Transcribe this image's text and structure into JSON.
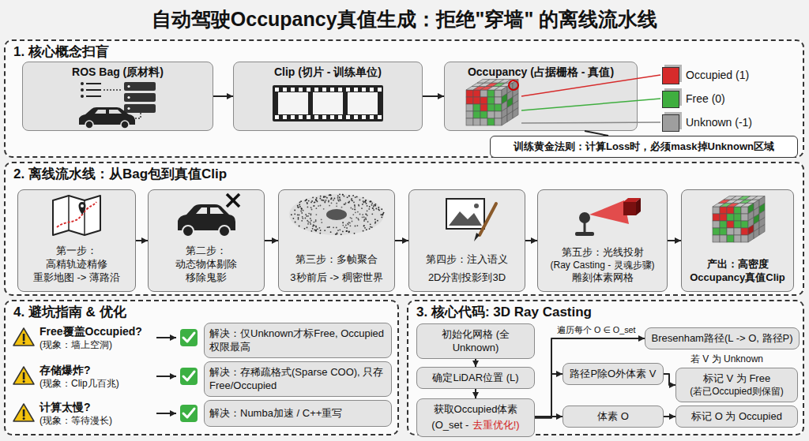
{
  "diagram": {
    "title": "自动驾驶Occupancy真值生成：拒绝\"穿墙\" 的离线流水线",
    "nodes": [
      {
        "text": [
          "1. 核心概念扫盲"
        ]
      },
      {
        "text": [
          "ROS Bag (原材料)"
        ],
        "in": 0
      },
      {
        "text": [
          "Clip (切片 - 训练单位)"
        ],
        "in": 0
      },
      {
        "text": [
          "Occupancy (占据栅格 - 真值)"
        ],
        "in": 0
      },
      {
        "text": [
          "训练黄金法则：计算Loss时，必须mask掉Unknown区域"
        ],
        "in": 0
      },
      {
        "text": [
          "2. 离线流水线：从Bag包到真值Clip"
        ]
      },
      {
        "text": [
          "第一步：",
          "高精轨迹精修",
          "重影地图 -> 薄路沿"
        ],
        "in": 5
      },
      {
        "text": [
          "第二步：",
          "动态物体剔除",
          "移除鬼影"
        ],
        "in": 5
      },
      {
        "text": [
          "第三步：多帧聚合",
          "3秒前后 -> 稠密世界"
        ],
        "in": 5
      },
      {
        "text": [
          "第四步：注入语义",
          "2D分割投影到3D"
        ],
        "in": 5
      },
      {
        "text": [
          "第五步：光线投射",
          "(Ray Casting - 灵魂步骤)",
          "雕刻体素网格"
        ],
        "in": 5
      },
      {
        "text": [
          "产出：高密度",
          "Occupancy真值Clip"
        ],
        "in": 5
      },
      {
        "text": [
          "4. 避坑指南 & 优化"
        ]
      },
      {
        "text": [
          "解决：仅Unknown才标Free, Occupied权限最高"
        ],
        "in": 12
      },
      {
        "text": [
          "解决：存稀疏格式(Sparse COO), 只存Free/Occupied"
        ],
        "in": 12
      },
      {
        "text": [
          "解决：Numba加速 / C++重写"
        ],
        "in": 12
      },
      {
        "text": [
          "3. 核心代码: 3D Ray Casting"
        ]
      },
      {
        "text": [
          "初始化网格 (全Unknown)"
        ],
        "in": 16
      },
      {
        "text": [
          "确定LiDAR位置 (L)"
        ],
        "in": 16
      },
      {
        "text": [
          "获取Occupied体素",
          "(O_set -",
          "去重优化!)"
        ],
        "in": 16
      },
      {
        "text": [
          "Bresenham路径(L -> O, 路径P)"
        ],
        "in": 16
      },
      {
        "text": [
          "路径P除O外体素 V"
        ],
        "in": 16
      },
      {
        "text": [
          "标记 V 为 Free",
          "(若已Occupied则保留)"
        ],
        "in": 16
      },
      {
        "text": [
          "体素 O"
        ],
        "in": 16
      },
      {
        "text": [
          "标记 O 为 Occupied"
        ],
        "in": 16
      }
    ],
    "edges": [
      {
        "from": 1,
        "to": 2,
        "arrow": "to"
      },
      {
        "from": 2,
        "to": 3,
        "arrow": "to"
      },
      {
        "from": 3,
        "to": 4,
        "arrow": "none"
      },
      {
        "from": 6,
        "to": 7,
        "arrow": "to"
      },
      {
        "from": 7,
        "to": 8,
        "arrow": "to"
      },
      {
        "from": 8,
        "to": 9,
        "arrow": "to"
      },
      {
        "from": 9,
        "to": 10,
        "arrow": "to"
      },
      {
        "from": 10,
        "to": 11,
        "arrow": "to"
      },
      {
        "from": 17,
        "to": 18,
        "arrow": "to"
      },
      {
        "from": 18,
        "to": 19,
        "arrow": "to"
      },
      {
        "from": 19,
        "to": 20,
        "label": "遍历每个 O ∈ O_set",
        "arrow": "to"
      },
      {
        "from": 19,
        "to": 21,
        "arrow": "to"
      },
      {
        "from": 19,
        "to": 23,
        "arrow": "to"
      },
      {
        "from": 21,
        "to": 22,
        "label": "若 V 为 Unknown",
        "arrow": "to"
      },
      {
        "from": 23,
        "to": 24,
        "arrow": "to"
      }
    ],
    "labels": [
      "Free覆盖Occupied?",
      "(现象：墙上空洞)",
      "存储爆炸?",
      "(现象：Clip几百兆)",
      "计算太慢?",
      "(现象：等待漫长)"
    ],
    "legend": [
      {
        "text": "Occupied (1)",
        "color": "#d62b2b"
      },
      {
        "text": "Free (0)",
        "color": "#3fae3f"
      },
      {
        "text": "Unknown (-1)",
        "color": "#9e9e9e"
      }
    ]
  }
}
